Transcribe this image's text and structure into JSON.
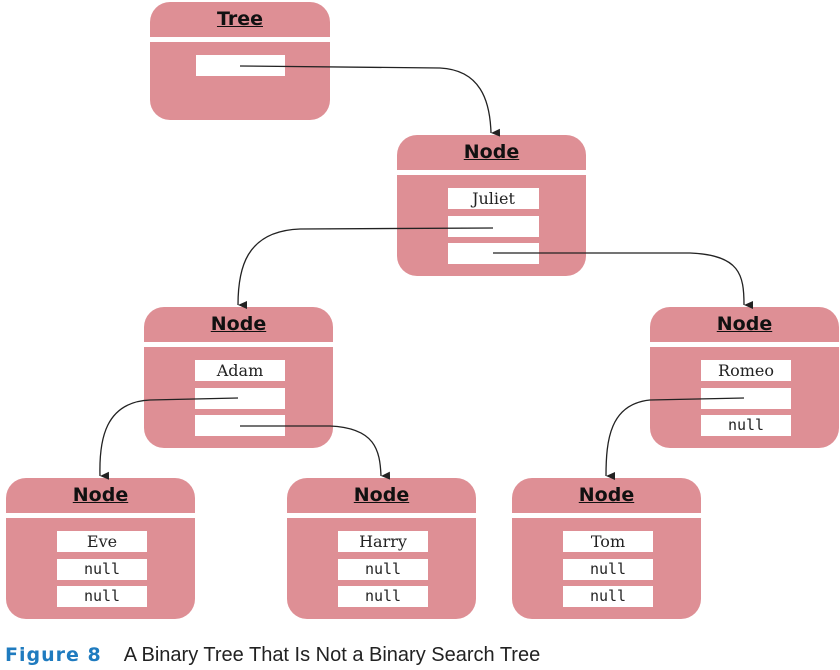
{
  "tree": {
    "title": "Tree"
  },
  "nodes": {
    "juliet": {
      "title": "Node",
      "data": "Juliet"
    },
    "adam": {
      "title": "Node",
      "data": "Adam"
    },
    "romeo": {
      "title": "Node",
      "data": "Romeo",
      "right": "null"
    },
    "eve": {
      "title": "Node",
      "data": "Eve",
      "left": "null",
      "right": "null"
    },
    "harry": {
      "title": "Node",
      "data": "Harry",
      "left": "null",
      "right": "null"
    },
    "tom": {
      "title": "Node",
      "data": "Tom",
      "left": "null",
      "right": "null"
    }
  },
  "caption": {
    "label": "Figure 8",
    "text": "A Binary Tree That Is Not a Binary Search Tree"
  },
  "colors": {
    "box": "#de8f95",
    "caption_label": "#1f7bbf"
  }
}
